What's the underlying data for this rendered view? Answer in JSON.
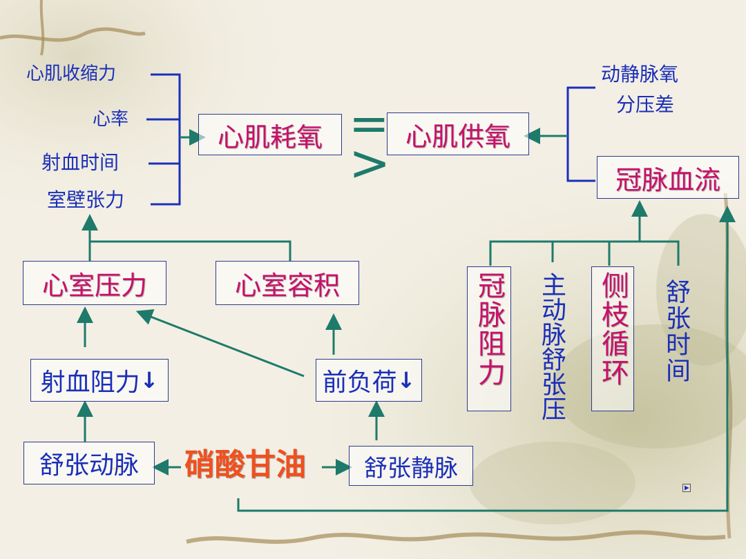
{
  "left_factors": [
    "心肌收缩力",
    "心率",
    "射血时间",
    "室壁张力"
  ],
  "oxygen_consumption": "心肌耗氧",
  "equal_sign": "=",
  "greater_sign": ">",
  "oxygen_supply": "心肌供氧",
  "av_difference": [
    "动静脉氧",
    "分压差"
  ],
  "coronary_flow": "冠脉血流",
  "ventricular_pressure": "心室压力",
  "ventricular_volume": "心室容积",
  "coronary_factors": [
    "冠脉阻力",
    "主动脉舒张压",
    "侧枝循环",
    "舒张时间"
  ],
  "ejection_resistance": "射血阻力",
  "preload": "前负荷",
  "down_arrow": "↓",
  "dilate_artery": "舒张动脉",
  "nitroglycerin": "硝酸甘油",
  "dilate_vein": "舒张静脉",
  "nav_icon": "play-triangle-icon",
  "colors": {
    "blue": "#1a2fb8",
    "magenta": "#c8106a",
    "red": "#f0501e",
    "line_teal": "#1e7a6a",
    "line_blue": "#1a2fb8"
  }
}
